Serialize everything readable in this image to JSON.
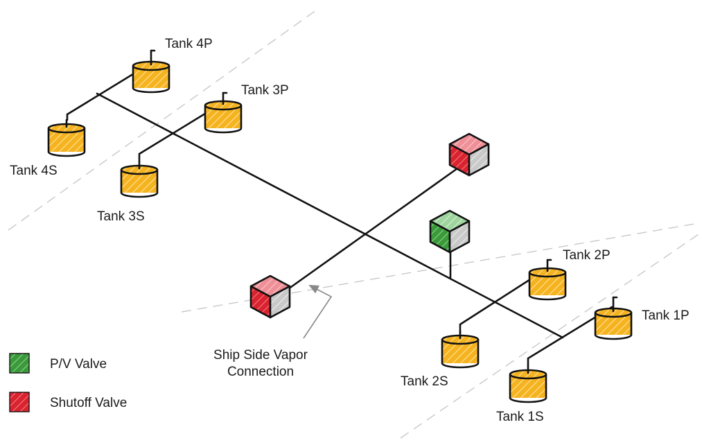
{
  "tanks": [
    {
      "id": "4P",
      "label": "Tank 4P"
    },
    {
      "id": "4S",
      "label": "Tank 4S"
    },
    {
      "id": "3P",
      "label": "Tank 3P"
    },
    {
      "id": "3S",
      "label": "Tank 3S"
    },
    {
      "id": "2P",
      "label": "Tank 2P"
    },
    {
      "id": "2S",
      "label": "Tank 2S"
    },
    {
      "id": "1P",
      "label": "Tank 1P"
    },
    {
      "id": "1S",
      "label": "Tank 1S"
    }
  ],
  "connection": {
    "label_line1": "Ship Side Vapor",
    "label_line2": "Connection"
  },
  "legend": {
    "pv_valve": {
      "label": "P/V Valve",
      "color": "#3a9a3a"
    },
    "shutoff_valve": {
      "label": "Shutoff Valve",
      "color": "#e0303a"
    }
  },
  "colors": {
    "tank": "#f5b320",
    "tank_hatch": "#ffe39a",
    "shutoff_top": "#ef8f97",
    "shutoff_front": "#d9232f",
    "pv_top": "#9ed59e",
    "pv_front": "#3a9a3a",
    "valve_side": "#c9c9c9"
  }
}
